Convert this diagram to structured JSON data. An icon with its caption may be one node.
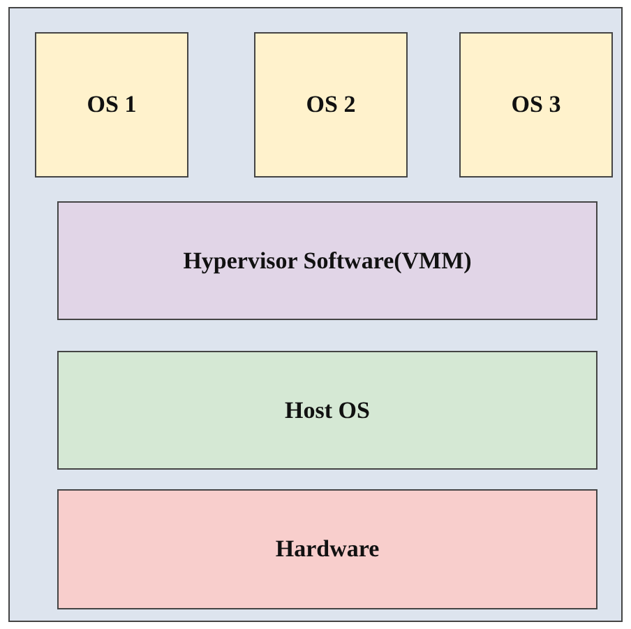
{
  "diagram": {
    "nodes": [
      {
        "text": [],
        "shape": "box"
      },
      {
        "text": [
          "OS 1"
        ],
        "in": 0
      },
      {
        "text": [
          "OS 2"
        ],
        "in": 0
      },
      {
        "text": [
          "OS 3"
        ],
        "in": 0
      },
      {
        "text": [
          "Hypervisor Software(VMM)"
        ],
        "in": 0
      },
      {
        "text": [
          "Host OS"
        ],
        "in": 0
      },
      {
        "text": [
          "Hardware"
        ],
        "in": 0
      }
    ]
  }
}
